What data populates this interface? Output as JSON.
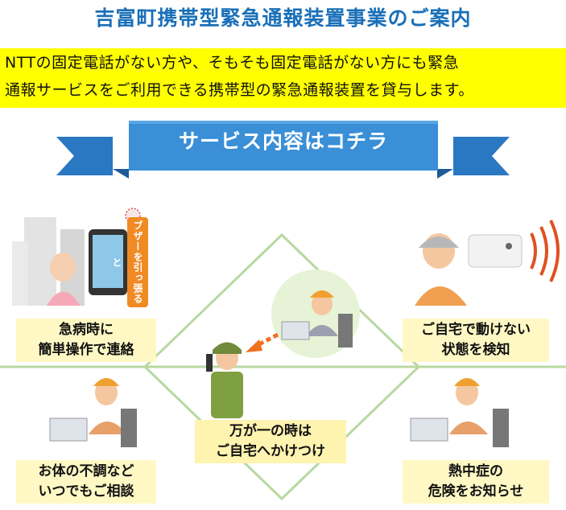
{
  "title": "吉富町携帯型緊急通報装置事業のご案内",
  "intro": {
    "line1": "NTTの固定電話がない方や、そもそも固定電話がない方にも緊急",
    "line2": "通報サービスをご利用できる携帯型の緊急通報装置を貸与します。"
  },
  "banner": {
    "text": "サービス内容はコチラ"
  },
  "services": {
    "top_left": {
      "line1": "急病時に",
      "line2": "簡単操作で連絡"
    },
    "top_right": {
      "line1": "ご自宅で動けない",
      "line2": "状態を検知"
    },
    "bottom_left": {
      "line1": "お体の不調など",
      "line2": "いつでもご相談"
    },
    "bottom_right": {
      "line1": "熱中症の",
      "line2": "危険をお知らせ"
    },
    "center": {
      "line1": "万が一の時は",
      "line2": "ご自宅へかけつけ"
    }
  },
  "buzzer_tag": "ブザーを引っ張ると",
  "colors": {
    "title": "#1a6fb8",
    "highlight": "#ffff00",
    "banner": "#3a8fd6",
    "label_bg": "#fff8c4",
    "diamond": "#b8d8a0"
  }
}
